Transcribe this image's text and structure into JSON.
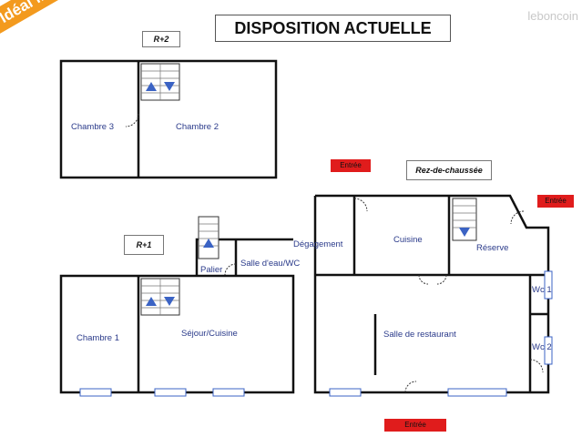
{
  "banner": {
    "text": "Idéal investisseur"
  },
  "watermark": {
    "text": "leboncoin"
  },
  "title": "DISPOSITION ACTUELLE",
  "floors": {
    "r2": "R+2",
    "r1": "R+1",
    "rdc": "Rez-de-chaussée"
  },
  "rooms": {
    "chambre3": "Chambre 3",
    "chambre2": "Chambre 2",
    "chambre1": "Chambre 1",
    "sejour": "Séjour/Cuisine",
    "palier": "Palier",
    "salle_eau": "Salle d'eau/WC",
    "degagement": "Dégagement",
    "cuisine": "Cuisine",
    "reserve": "Réserve",
    "restaurant": "Salle de restaurant",
    "wc1": "Wc 1",
    "wc2": "Wc 2"
  },
  "entries": {
    "top_left": "Entrée",
    "right": "Entrée",
    "bottom": "Entrée"
  },
  "colors": {
    "banner": "#f39a1e",
    "entry": "#e01c1c",
    "room_text": "#2a3a8a",
    "stair_arrow": "#3b63c4",
    "wall": "#111111"
  }
}
